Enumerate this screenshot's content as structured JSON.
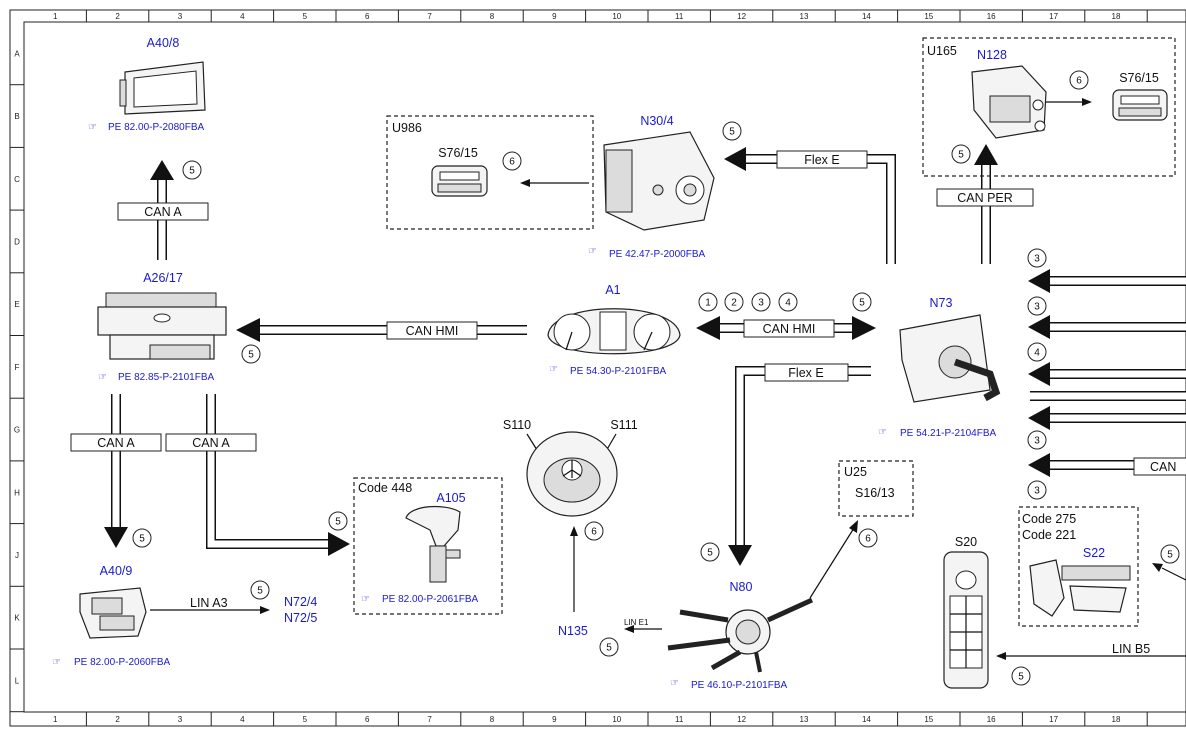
{
  "grid": {
    "columns": [
      "1",
      "2",
      "3",
      "4",
      "5",
      "6",
      "7",
      "8",
      "9",
      "10",
      "11",
      "12",
      "13",
      "14",
      "15",
      "16",
      "17",
      "18"
    ],
    "rows": [
      "A",
      "B",
      "C",
      "D",
      "E",
      "F",
      "G",
      "H",
      "J",
      "K",
      "L"
    ]
  },
  "components": {
    "a40_8": {
      "label": "A40/8",
      "ref": "PE 82.00-P-2080FBA"
    },
    "a26_17": {
      "label": "A26/17",
      "ref": "PE 82.85-P-2101FBA"
    },
    "a40_9": {
      "label": "A40/9",
      "ref": "PE 82.00-P-2060FBA"
    },
    "n72": {
      "label1": "N72/4",
      "label2": "N72/5"
    },
    "u986": {
      "label": "U986",
      "sub": "S76/15"
    },
    "n30_4": {
      "label": "N30/4",
      "ref": "PE 42.47-P-2000FBA"
    },
    "a1": {
      "label": "A1",
      "ref": "PE 54.30-P-2101FBA"
    },
    "s110": {
      "label": "S110"
    },
    "s111": {
      "label": "S111"
    },
    "code448": {
      "label": "Code 448",
      "part": "A105",
      "ref": "PE 82.00-P-2061FBA"
    },
    "n135": {
      "label": "N135"
    },
    "n80": {
      "label": "N80",
      "ref": "PE 46.10-P-2101FBA"
    },
    "u25": {
      "label": "U25",
      "sub": "S16/13"
    },
    "u165": {
      "label": "U165",
      "part": "N128",
      "sub": "S76/15"
    },
    "n73": {
      "label": "N73",
      "ref": "PE 54.21-P-2104FBA"
    },
    "s20": {
      "label": "S20"
    },
    "code275": {
      "label1": "Code 275",
      "label2": "Code 221",
      "part": "S22"
    }
  },
  "buses": {
    "can_a_top": "CAN A",
    "can_hmi_left": "CAN HMI",
    "can_a_left1": "CAN A",
    "can_a_left2": "CAN A",
    "lin_a3": "LIN A3",
    "flex_e_top": "Flex E",
    "can_per": "CAN PER",
    "can_hmi_right": "CAN HMI",
    "flex_e_mid": "Flex E",
    "lin_e1": "LIN E1",
    "lin_b5": "LIN B5",
    "can_right": "CAN"
  },
  "markers": {
    "m_a40_8": "5",
    "m_u986": "6",
    "m_n30_4": "5",
    "m_n128": "6",
    "m_u165": "5",
    "m_a26_17": "5",
    "m_a40_9": "5",
    "m_lin_a3": "5",
    "m_code448": "5",
    "m_s": "6",
    "m_n135": "5",
    "m_n80": "5",
    "m_u25": "6",
    "m_e1": "1",
    "m_e2": "2",
    "m_e3": "3",
    "m_e4": "4",
    "m_e5": "5",
    "m_r1": "3",
    "m_r2": "3",
    "m_r3": "4",
    "m_r4": "3",
    "m_r5": "3",
    "m_s22": "5",
    "m_s20": "5"
  }
}
